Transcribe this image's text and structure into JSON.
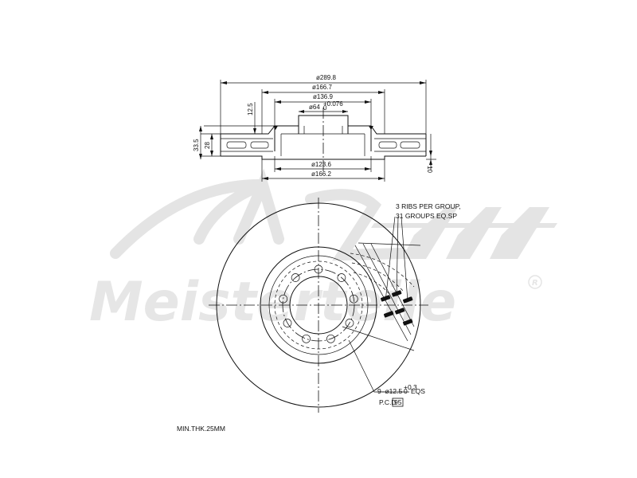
{
  "watermark": {
    "brand": "Meisterteile",
    "initials": "A.Z.",
    "registered": "R"
  },
  "section_view": {
    "diameters": {
      "overall": "ø289.8",
      "hat_outer": "ø166.7",
      "hat_inner": "ø136.9",
      "center_bore": "ø64",
      "center_bore_tol_upper": "+0.076",
      "center_bore_tol_lower": "0",
      "vent_inner": "ø123.6",
      "friction_inner": "ø166.2"
    },
    "heights": {
      "hat_depth": "12.5",
      "overall_height": "33.5",
      "disc_thickness": "28",
      "hub_thickness": "10"
    }
  },
  "front_view": {
    "ribs_note_line1": "3 RIBS PER GROUP,",
    "ribs_note_line2": "31 GROUPS EQ.SP",
    "holes_note_prefix": "9–ø12.5",
    "holes_note_tol_upper": "+0.3",
    "holes_note_tol_lower": "0",
    "holes_note_suffix": "EQS",
    "pcd_label": "P.C.D",
    "pcd_value": "95"
  },
  "min_thickness": "MIN.THK.25MM"
}
